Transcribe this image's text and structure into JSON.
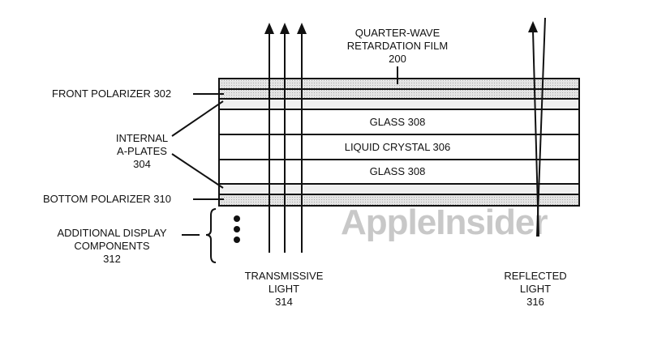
{
  "labels": {
    "film": [
      "QUARTER-WAVE",
      "RETARDATION FILM",
      "200"
    ],
    "front_polarizer": "FRONT POLARIZER 302",
    "internal": [
      "INTERNAL",
      "A-PLATES",
      "304"
    ],
    "bottom_polarizer": "BOTTOM POLARIZER 310",
    "additional": [
      "ADDITIONAL DISPLAY",
      "COMPONENTS",
      "312"
    ],
    "glass_top": "GLASS 308",
    "liquid_crystal": "LIQUID CRYSTAL 306",
    "glass_bottom": "GLASS 308",
    "transmissive": [
      "TRANSMISSIVE",
      "LIGHT",
      "314"
    ],
    "reflected": [
      "REFLECTED",
      "LIGHT",
      "316"
    ]
  },
  "watermark": "AppleInsider"
}
